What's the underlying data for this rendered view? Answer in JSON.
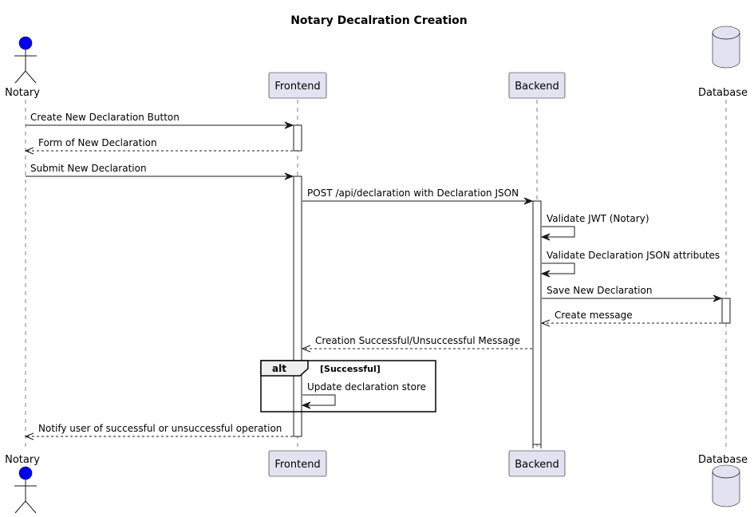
{
  "title": "Notary Decalration Creation",
  "participants": [
    {
      "id": "notary",
      "name": "Notary",
      "kind": "actor"
    },
    {
      "id": "frontend",
      "name": "Frontend",
      "kind": "participant"
    },
    {
      "id": "backend",
      "name": "Backend",
      "kind": "participant"
    },
    {
      "id": "database",
      "name": "Database",
      "kind": "database"
    }
  ],
  "messages": [
    {
      "from": "notary",
      "to": "frontend",
      "label": "Create New Declaration Button",
      "style": "solid"
    },
    {
      "from": "frontend",
      "to": "notary",
      "label": "Form of New Declaration",
      "style": "dashed"
    },
    {
      "from": "notary",
      "to": "frontend",
      "label": "Submit New Declaration",
      "style": "solid"
    },
    {
      "from": "frontend",
      "to": "backend",
      "label": "POST /api/declaration with Declaration JSON",
      "style": "solid"
    },
    {
      "from": "backend",
      "to": "backend",
      "label": "Validate JWT (Notary)",
      "style": "solid"
    },
    {
      "from": "backend",
      "to": "backend",
      "label": "Validate Declaration JSON attributes",
      "style": "solid"
    },
    {
      "from": "backend",
      "to": "database",
      "label": "Save New Declaration",
      "style": "solid"
    },
    {
      "from": "database",
      "to": "backend",
      "label": "Create message",
      "style": "dashed"
    },
    {
      "from": "backend",
      "to": "frontend",
      "label": "Creation Successful/Unsuccessful Message",
      "style": "dashed"
    },
    {
      "from": "frontend",
      "to": "frontend",
      "label": "Update declaration store",
      "style": "solid"
    },
    {
      "from": "frontend",
      "to": "notary",
      "label": "Notify user of successful or unsuccessful operation",
      "style": "dashed"
    }
  ],
  "fragment": {
    "keyword": "alt",
    "condition": "[Successful]"
  },
  "colors": {
    "participant_fill": "#e2e2f0",
    "actor_head": "#0000ee",
    "line": "#181818"
  }
}
